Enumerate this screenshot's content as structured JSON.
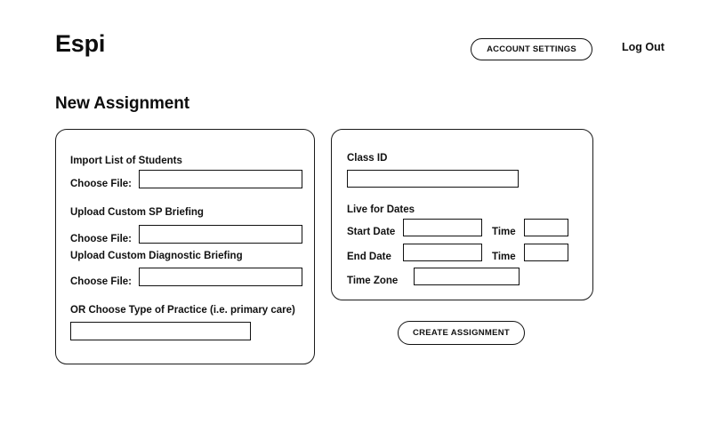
{
  "header": {
    "brand": "Espi",
    "account_settings_label": "ACCOUNT SETTINGS",
    "logout_label": "Log Out"
  },
  "page": {
    "title": "New Assignment"
  },
  "left_panel": {
    "sections": [
      {
        "heading": "Import List of Students",
        "label": "Choose File:",
        "value": "",
        "placeholder": ""
      },
      {
        "heading": "Upload Custom SP Briefing",
        "label": "Choose File:",
        "value": "",
        "placeholder": ""
      },
      {
        "heading": "Upload Custom Diagnostic Briefing",
        "label": "Choose File:",
        "value": "",
        "placeholder": ""
      },
      {
        "heading": "OR Choose Type of Practice (i.e. primary care)",
        "label": "",
        "value": "",
        "placeholder": ""
      }
    ]
  },
  "right_panel": {
    "class_id_label": "Class ID",
    "class_id_value": "",
    "class_id_placeholder": "",
    "live_for_dates_heading": "Live for Dates",
    "start_date_label": "Start Date",
    "start_date_value": "",
    "start_time_label": "Time",
    "start_time_value": "",
    "end_date_label": "End Date",
    "end_date_value": "",
    "end_time_label": "Time",
    "end_time_value": "",
    "time_zone_label": "Time Zone",
    "time_zone_value": ""
  },
  "actions": {
    "create_assignment_label": "CREATE ASSIGNMENT"
  },
  "colors": {
    "background": "#ffffff",
    "ink": "#111111",
    "border": "#1a1a1a"
  }
}
